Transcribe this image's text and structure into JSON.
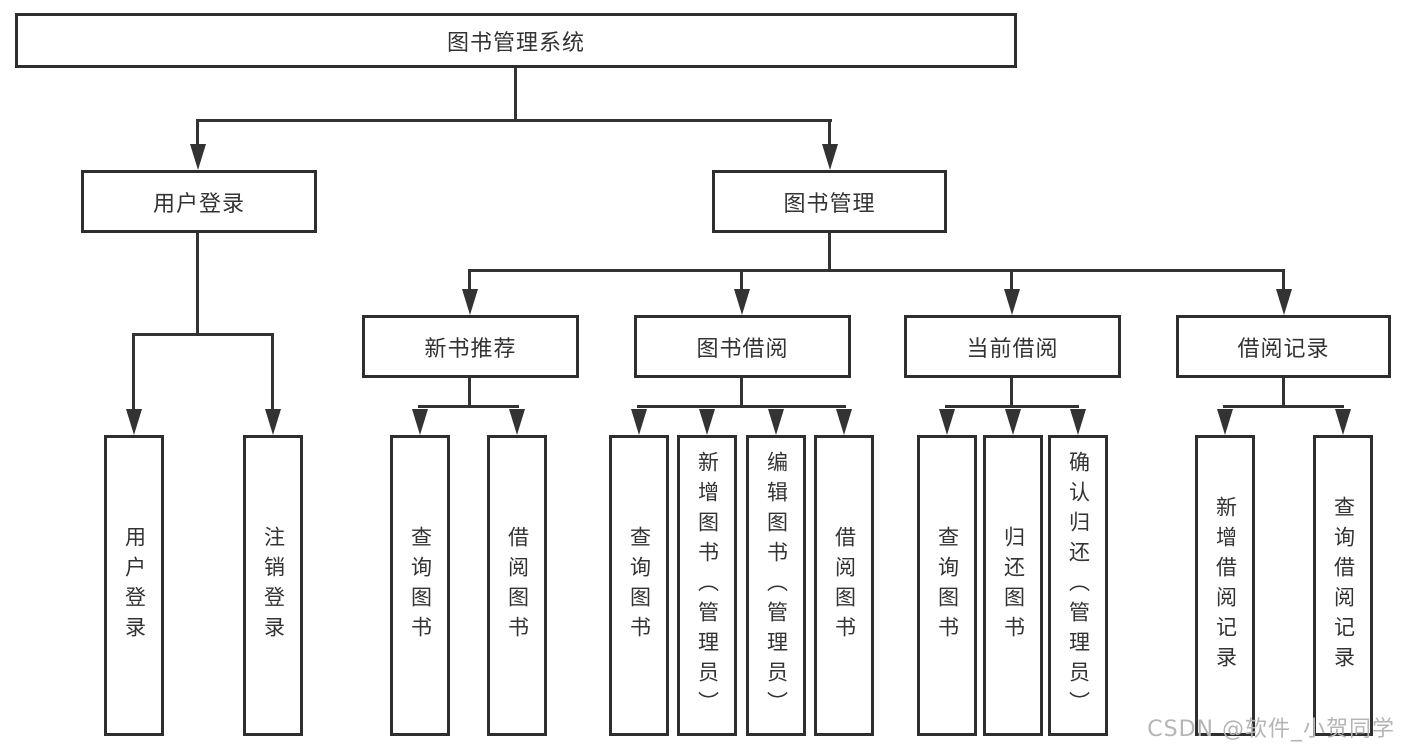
{
  "title": {
    "label": "图书管理系统"
  },
  "level2": [
    {
      "label": "用户登录"
    },
    {
      "label": "图书管理"
    }
  ],
  "level3": [
    {
      "label": "新书推荐"
    },
    {
      "label": "图书借阅"
    },
    {
      "label": "当前借阅"
    },
    {
      "label": "借阅记录"
    }
  ],
  "leaves": [
    {
      "label": "用户登录"
    },
    {
      "label": "注销登录"
    },
    {
      "label": "查询图书"
    },
    {
      "label": "借阅图书"
    },
    {
      "label": "查询图书"
    },
    {
      "label": "新增图书（管理员）"
    },
    {
      "label": "编辑图书（管理员）"
    },
    {
      "label": "借阅图书"
    },
    {
      "label": "查询图书"
    },
    {
      "label": "归还图书"
    },
    {
      "label": "确认归还（管理员）"
    },
    {
      "label": "新增借阅记录"
    },
    {
      "label": "查询借阅记录"
    }
  ],
  "watermark": "CSDN @软件_小贺同学",
  "colors": {
    "line": "#333333",
    "box_border": "#2e2e2e",
    "text": "#333333",
    "watermark": "#b5b5b5",
    "background": "#ffffff"
  }
}
